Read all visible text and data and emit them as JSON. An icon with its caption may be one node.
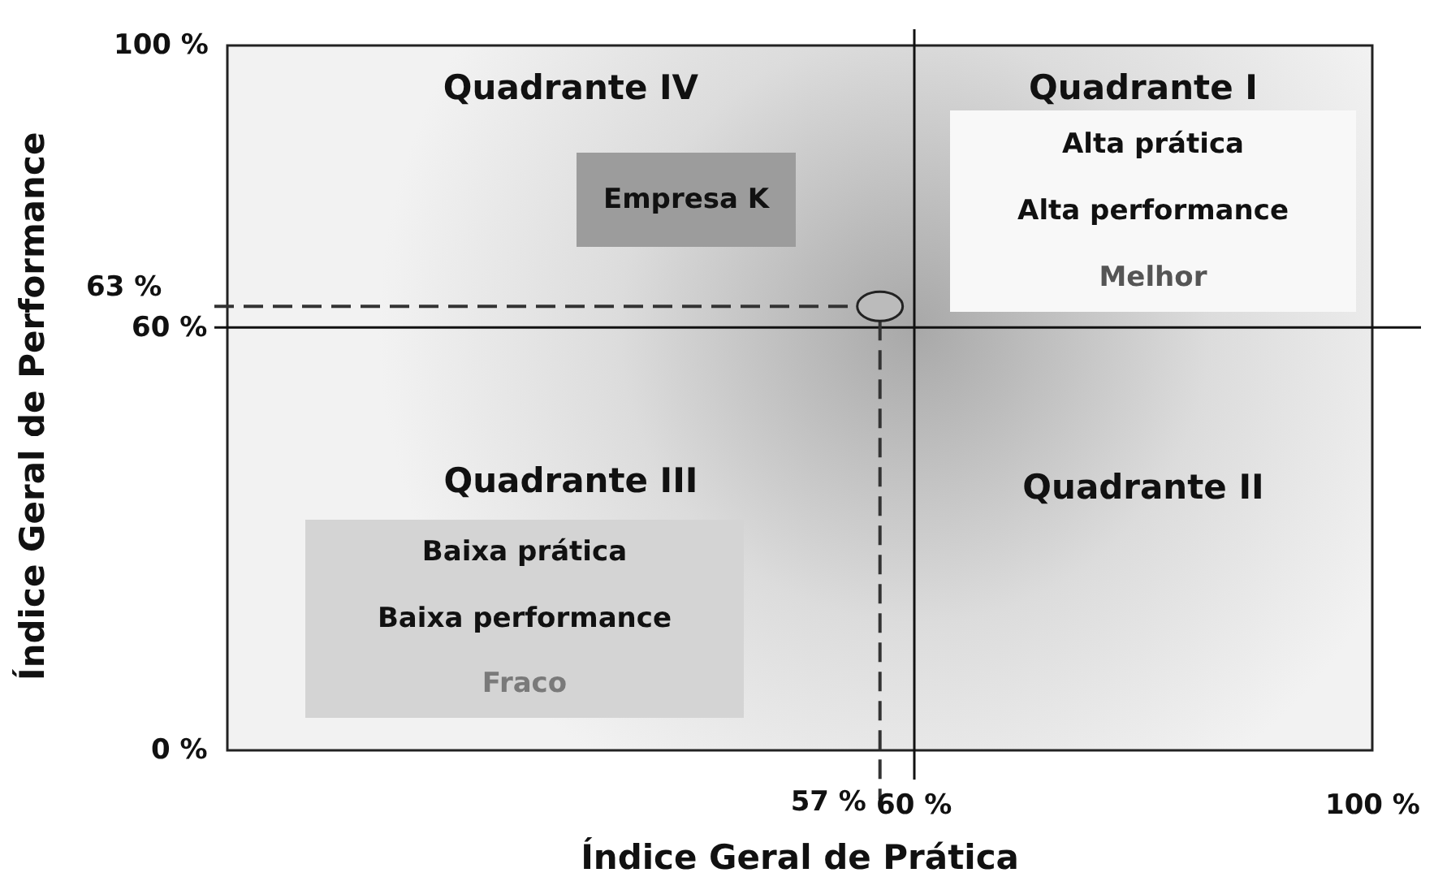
{
  "diagram": {
    "nodes": [
      {
        "text": [
          "Quadrante IV"
        ]
      },
      {
        "text": [
          "Empresa K"
        ],
        "in": 0
      },
      {
        "text": [
          "Quadrante I"
        ]
      },
      {
        "text": [
          "Alta prática",
          "Alta performance",
          "Melhor"
        ],
        "in": 2
      },
      {
        "text": [
          "Quadrante III"
        ]
      },
      {
        "text": [
          "Baixa prática",
          "Baixa performance",
          "Fraco"
        ],
        "in": 4
      },
      {
        "text": [
          "Quadrante II"
        ]
      }
    ],
    "edges": [],
    "chart_data": {
      "type": "scatter",
      "xlabel": "Índice Geral de Prática",
      "ylabel": "Índice Geral de Performance",
      "x": [
        57
      ],
      "series": [
        {
          "color": "#bbbbbb",
          "values": [
            63
          ]
        }
      ],
      "xlim": [
        0,
        100
      ],
      "ylim": [
        0,
        100
      ],
      "xticks": [
        {
          "value": 60,
          "label": "60 %"
        },
        {
          "value": 100,
          "label": "100 %"
        }
      ],
      "yticks": [
        {
          "value": 0,
          "label": "0 %"
        },
        {
          "value": 60,
          "label": "60 %"
        },
        {
          "value": 100,
          "label": "100 %"
        }
      ],
      "ref_lines": [
        {
          "axis": "x",
          "value": 60
        },
        {
          "axis": "y",
          "value": 60
        },
        {
          "axis": "y",
          "value": 63
        },
        {
          "axis": "x",
          "value": 57
        }
      ]
    },
    "labels": [
      "63 %",
      "57 %"
    ]
  }
}
